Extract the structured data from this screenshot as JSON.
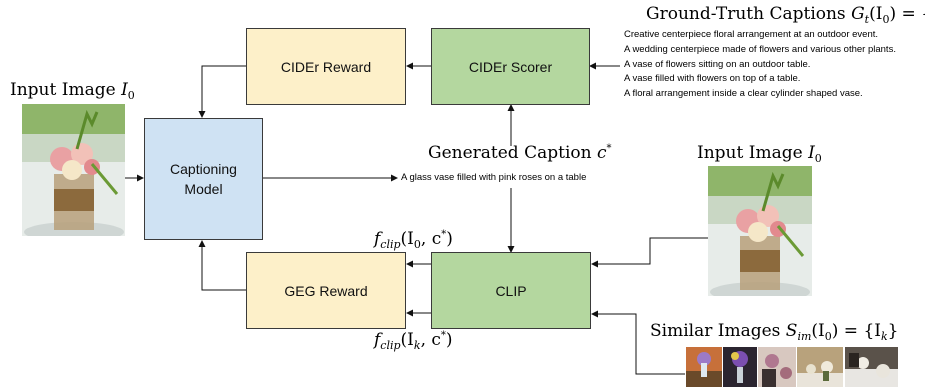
{
  "colors": {
    "reward_box": "#fdf0c9",
    "model_box_blue": "#cfe2f3",
    "scorer_box_green": "#b4d79f",
    "border": "#3a3a3a"
  },
  "boxes": {
    "cider_reward": "CIDEr Reward",
    "cider_scorer": "CIDEr Scorer",
    "captioning_model": "Captioning\nModel",
    "clip": "CLIP",
    "geg_reward": "GEG Reward"
  },
  "labels": {
    "input_image_text": "Input Image ",
    "input_image_var": "I",
    "input_image_sub": "0",
    "gt_title_text": "Ground-Truth Captions ",
    "gt_title_math_g": "G",
    "gt_title_math_t": "t",
    "gt_title_math_rest": "(I",
    "gt_title_math_0": "0",
    "gt_title_math_eq": ") = {c",
    "gt_title_math_n": "n",
    "gt_title_math_c0": "0",
    "gt_title_math_close": "}",
    "generated_caption_text": "Generated Caption ",
    "generated_caption_var": "c",
    "generated_caption_sup": "*",
    "generated_caption_sentence": "A glass vase filled with pink roses on a table",
    "fclip_top_f": "f",
    "fclip_top_sub": "clip",
    "fclip_top_args": "(I",
    "fclip_top_i_sub": "0",
    "fclip_top_c": ", c",
    "fclip_top_sup": "*",
    "fclip_top_close": ")",
    "fclip_bottom_f": "f",
    "fclip_bottom_sub": "clip",
    "fclip_bottom_args": "(I",
    "fclip_bottom_i_sub": "k",
    "fclip_bottom_c": ", c",
    "fclip_bottom_sup": "*",
    "fclip_bottom_close": ")",
    "similar_text": "Similar Images ",
    "similar_s": "S",
    "similar_sub": "im",
    "similar_rest": "(I",
    "similar_i0": "0",
    "similar_eq": ") = {I",
    "similar_k": "k",
    "similar_close": "}"
  },
  "ground_truth_captions": [
    "Creative centerpiece floral arrangement at an outdoor event.",
    "A wedding centerpiece made of flowers and various other plants.",
    "A vase of flowers sitting on an outdoor table.",
    "A vase filled with flowers on top of a table.",
    "A floral arrangement inside a clear cylinder shaped vase."
  ]
}
